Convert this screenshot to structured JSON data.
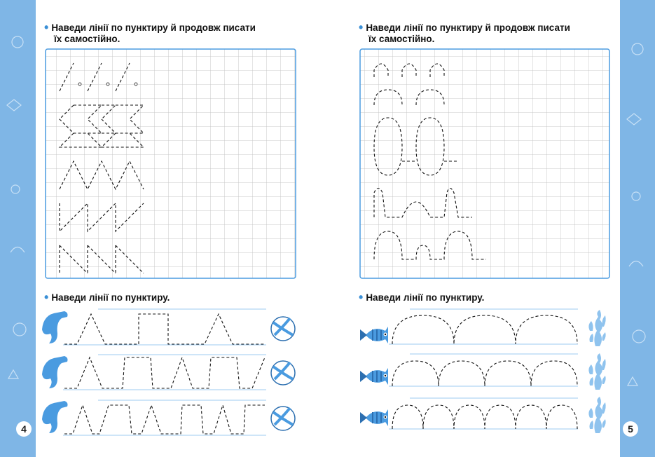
{
  "page": {
    "left_number": "4",
    "right_number": "5",
    "accent_color": "#7fb6e6",
    "bullet_color": "#3a8fd6",
    "grid_border_color": "#4a9be0"
  },
  "instructions": {
    "top_left_line1": "Наведи лінії по пунктиру й продовж писати",
    "top_left_line2": "їх самостійно.",
    "top_right_line1": "Наведи лінії по пунктиру й продовж писати",
    "top_right_line2": "їх самостійно.",
    "bottom_left": "Наведи лінії по пунктиру.",
    "bottom_right": "Наведи лінії по пунктиру."
  },
  "icons": {
    "left_start": "dolphin-icon",
    "left_end": "beach-ball-icon",
    "right_start": "fish-icon",
    "right_end": "seaweed-icon"
  }
}
